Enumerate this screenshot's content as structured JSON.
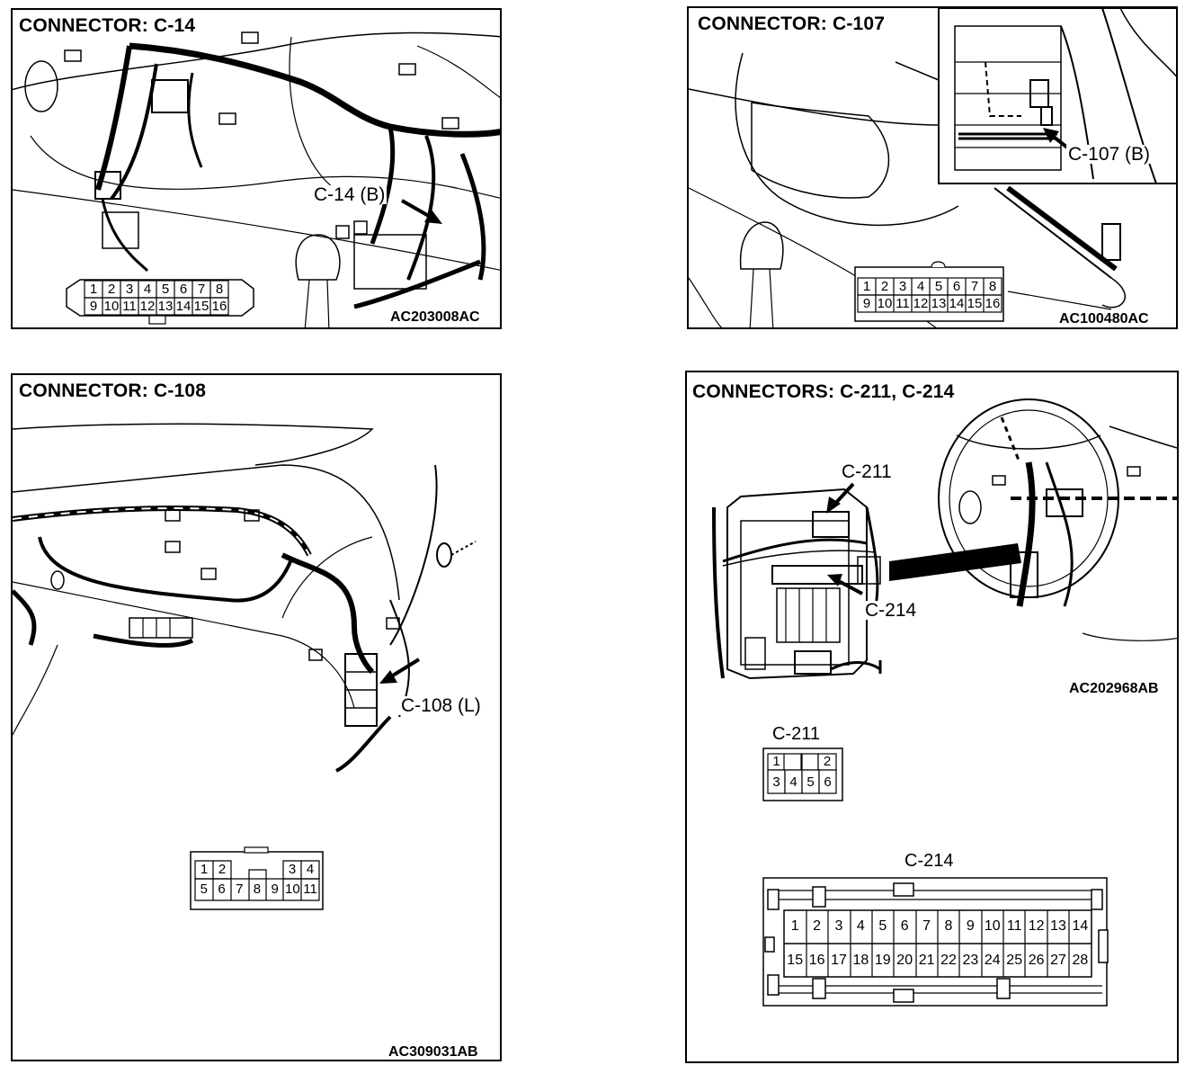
{
  "panels": {
    "c14": {
      "title": "CONNECTOR: C-14",
      "callout": "C-14 (B)",
      "code": "AC203008AC",
      "pins_top": [
        "1",
        "2",
        "3",
        "4",
        "5",
        "6",
        "7",
        "8"
      ],
      "pins_bottom": [
        "9",
        "10",
        "11",
        "12",
        "13",
        "14",
        "15",
        "16"
      ]
    },
    "c107": {
      "title": "CONNECTOR: C-107",
      "callout": "C-107 (B)",
      "code": "AC100480AC",
      "pins_top": [
        "1",
        "2",
        "3",
        "4",
        "5",
        "6",
        "7",
        "8"
      ],
      "pins_bottom": [
        "9",
        "10",
        "11",
        "12",
        "13",
        "14",
        "15",
        "16"
      ]
    },
    "c108": {
      "title": "CONNECTOR: C-108",
      "callout": "C-108 (L)",
      "code": "AC309031AB",
      "pins_top": [
        "1",
        "2",
        "3",
        "4"
      ],
      "pins_bottom": [
        "5",
        "6",
        "7",
        "8",
        "9",
        "10",
        "11"
      ]
    },
    "c211_214": {
      "title": "CONNECTORS: C-211, C-214",
      "callout_211": "C-211",
      "callout_214": "C-214",
      "code": "AC202968AB",
      "c211": {
        "label": "C-211",
        "pins_top": [
          "1",
          "2"
        ],
        "pins_bottom": [
          "3",
          "4",
          "5",
          "6"
        ]
      },
      "c214": {
        "label": "C-214",
        "pins_top": [
          "1",
          "2",
          "3",
          "4",
          "5",
          "6",
          "7",
          "8",
          "9",
          "10",
          "11",
          "12",
          "13",
          "14"
        ],
        "pins_bottom": [
          "15",
          "16",
          "17",
          "18",
          "19",
          "20",
          "21",
          "22",
          "23",
          "24",
          "25",
          "26",
          "27",
          "28"
        ]
      }
    }
  }
}
